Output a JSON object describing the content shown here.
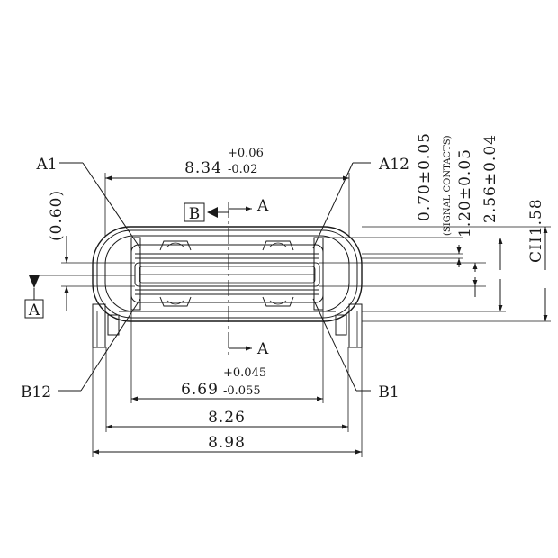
{
  "labels": {
    "a1": "A1",
    "a12": "A12",
    "b1": "B1",
    "b12": "B12",
    "datum_b": "B",
    "datum_a": "A",
    "section_top": "A",
    "section_bottom": "A"
  },
  "dimensions": {
    "outer_width": "8.34",
    "outer_width_tol_plus": "+0.06",
    "outer_width_tol_minus": "-0.02",
    "opening_width": "6.69",
    "opening_width_tol_plus": "+0.045",
    "opening_width_tol_minus": "-0.055",
    "width_826": "8.26",
    "width_898": "8.98",
    "ref_060": "(0.60)",
    "signal_contacts": "0.70±0.05",
    "signal_contacts_note": "(SIGNAL CONTACTS)",
    "dim_120": "1.20±0.05",
    "dim_256": "2.56±0.04",
    "chamfer": "CH1.58"
  },
  "colors": {
    "line": "#1a1a1a",
    "background": "#ffffff"
  }
}
